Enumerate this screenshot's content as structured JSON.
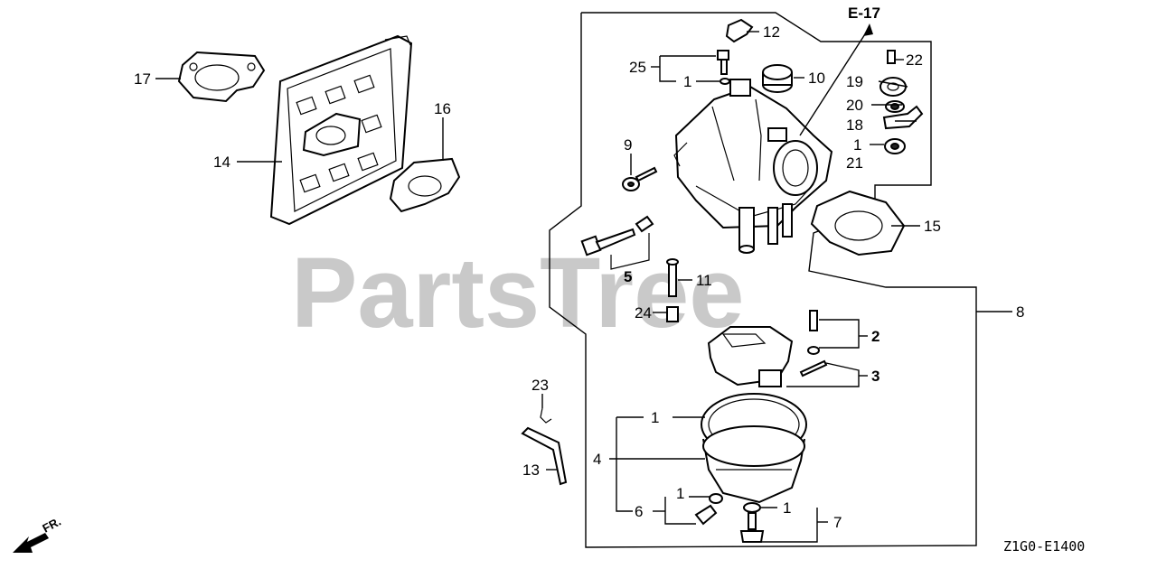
{
  "watermark": "PartsTree",
  "reference_code": "Z1G0-E1400",
  "section_ref": "E-17",
  "direction_label": "FR.",
  "callouts": {
    "c17": "17",
    "c14": "14",
    "c16": "16",
    "c25": "25",
    "c1a": "1",
    "c12": "12",
    "c10": "10",
    "c22": "22",
    "c19": "19",
    "c20": "20",
    "c18": "18",
    "c1b": "1",
    "c21": "21",
    "c9": "9",
    "c15": "15",
    "c5": "5",
    "c11": "11",
    "c24": "24",
    "c8": "8",
    "c2": "2",
    "c3": "3",
    "c23": "23",
    "c1c": "1",
    "c4": "4",
    "c13": "13",
    "c1d": "1",
    "c6": "6",
    "c1e": "1",
    "c7": "7"
  }
}
